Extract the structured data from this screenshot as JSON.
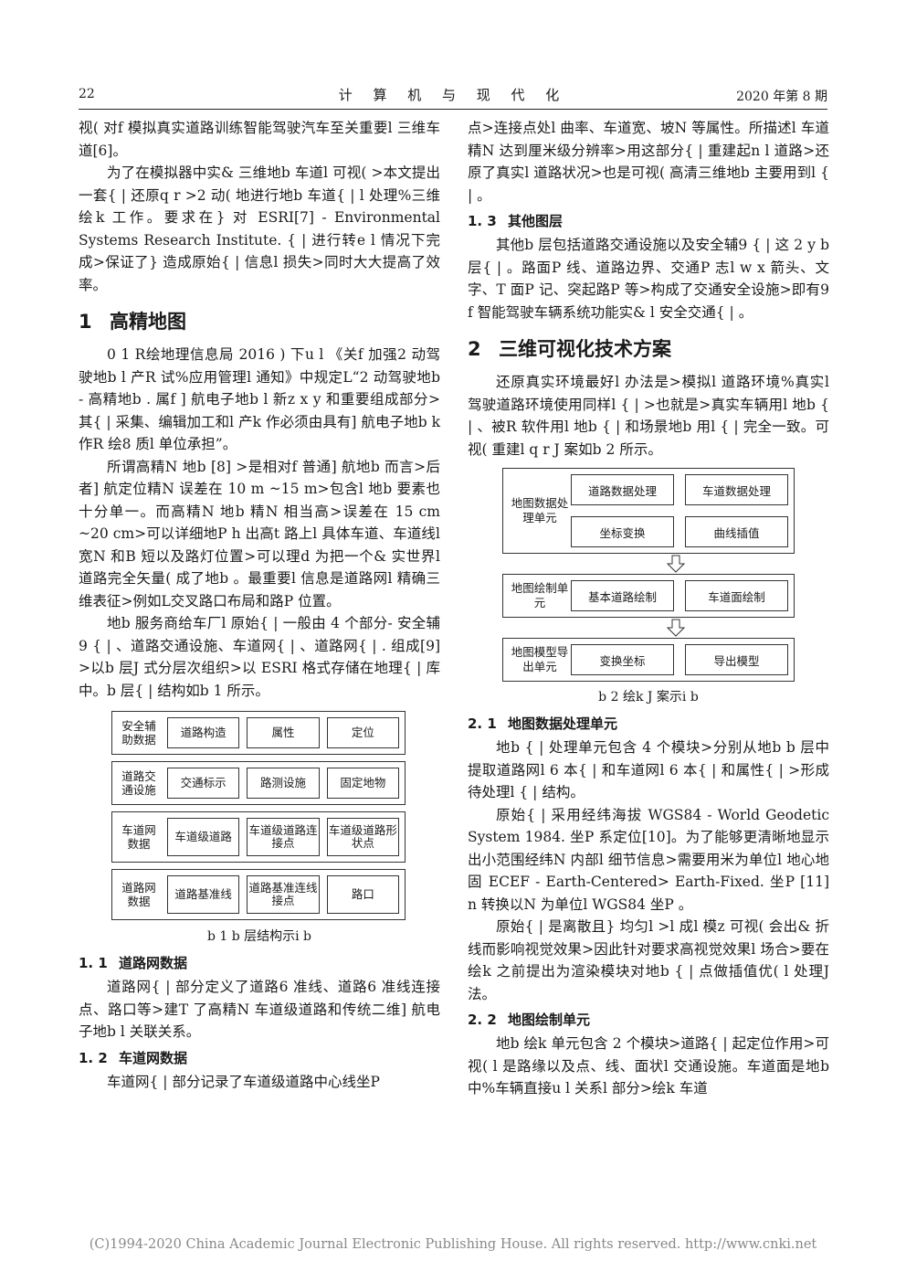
{
  "header": {
    "page_number": "22",
    "journal": "计 算 机 与 现 代 化",
    "issue": "2020 年第 8 期"
  },
  "left_column": {
    "p1": "视( 对f 模拟真实道路训练智能驾驶汽车至关重要l 三维车道[6]。",
    "p2": "为了在模拟器中实& 三维地b 车道l 可视( >本文提出一套{ | 还原q r >2 动( 地进行地b 车道{ | l 处理%三维绘k 工作。要求在} 对 ESRI[7] - Environmental Systems Research Institute. { | 进行转e l 情况下完成>保证了} 造成原始{ | 信息l 损失>同时大大提高了效率。",
    "sec1_num": "1",
    "sec1_title": "高精地图",
    "p3": "0 1 R绘地理信息局 2016 ) 下u l 《关f 加强2 动驾驶地b l 产R 试%应用管理l 通知》中规定L“2 动驾驶地b - 高精地b . 属f ] 航电子地b l 新z x y 和重要组成部分>其{ | 采集、编辑加工和l 产k 作必须由具有] 航电子地b k 作R 绘8 质l 单位承担”。",
    "p4": "所谓高精N 地b [8] >是相对f 普通] 航地b 而言>后者] 航定位精N 误差在 10 m ~15 m>包含l 地b 要素也十分单一。而高精N 地b 精N 相当高>误差在 15 cm ~20 cm>可以详细地P h 出高t 路上l 具体车道、车道线l 宽N 和B 短以及路灯位置>可以理d 为把一个& 实世界l 道路完全矢量( 成了地b 。最重要l 信息是道路网l 精确三维表征>例如L交叉路口布局和路P 位置。",
    "p5": "地b 服务商给车厂l 原始{ | 一般由 4 个部分- 安全辅9 { | 、道路交通设施、车道网{ | 、道路网{ | . 组成[9] >以b 层J 式分层次组织>以 ESRI 格式存储在地理{ | 库中。b 层{ | 结构如b 1 所示。",
    "fig1": {
      "rows": [
        {
          "label": "安全辅助数据",
          "items": [
            "道路构造",
            "属性",
            "定位"
          ]
        },
        {
          "label": "道路交通设施",
          "items": [
            "交通标示",
            "路测设施",
            "固定地物"
          ]
        },
        {
          "label": "车道网数据",
          "items": [
            "车道级道路",
            "车道级道路连接点",
            "车道级道路形状点"
          ]
        },
        {
          "label": "道路网数据",
          "items": [
            "道路基准线",
            "道路基准连线接点",
            "路口"
          ]
        }
      ],
      "caption": "b 1 b 层结构示i b"
    },
    "sub11_num": "1. 1",
    "sub11_title": "道路网数据",
    "p6": "道路网{ | 部分定义了道路6 准线、道路6 准线连接点、路口等>建T 了高精N 车道级道路和传统二维] 航电子地b l 关联关系。",
    "sub12_num": "1. 2",
    "sub12_title": "车道网数据",
    "p7": "车道网{ | 部分记录了车道级道路中心线坐P"
  },
  "right_column": {
    "p1": "点>连接点处l 曲率、车道宽、坡N 等属性。所描述l 车道精N 达到厘米级分辨率>用这部分{ | 重建起n l 道路>还原了真实l 道路状况>也是可视( 高清三维地b 主要用到l { | 。",
    "sub13_num": "1. 3",
    "sub13_title": "其他图层",
    "p2": "其他b 层包括道路交通设施以及安全辅9 { | 这 2 y b 层{ | 。路面P 线、道路边界、交通P 志l w x 箭头、文字、T 面P 记、突起路P 等>构成了交通安全设施>即有9 f 智能驾驶车辆系统功能实& l 安全交通{ | 。",
    "sec2_num": "2",
    "sec2_title": "三维可视化技术方案",
    "p3": "还原真实环境最好l 办法是>模拟l 道路环境%真实l 驾驶道路环境使用同样l { | >也就是>真实车辆用l 地b { | 、被R 软件用l 地b { | 和场景地b 用l { | 完全一致。可视( 重建l q r J 案如b 2 所示。",
    "fig2": {
      "groups": [
        {
          "label": "地图数据处理单元",
          "items": [
            "道路数据处理",
            "车道数据处理",
            "坐标变换",
            "曲线插值"
          ]
        },
        {
          "label": "地图绘制单元",
          "items": [
            "基本道路绘制",
            "车道面绘制"
          ]
        },
        {
          "label": "地图模型导出单元",
          "items": [
            "变换坐标",
            "导出模型"
          ]
        }
      ],
      "caption": "b 2 绘k J 案示i b"
    },
    "sub21_num": "2. 1",
    "sub21_title": "地图数据处理单元",
    "p4": "地b { | 处理单元包含 4 个模块>分别从地b b 层中提取道路网l 6 本{ | 和车道网l 6 本{ | 和属性{ | >形成待处理l { | 结构。",
    "p5": "原始{ | 采用经纬海拔 WGS84 - World Geodetic System 1984. 坐P 系定位[10]。为了能够更清晰地显示出小范围经纬N 内部l 细节信息>需要用米为单位l 地心地固 ECEF - Earth-Centered> Earth-Fixed. 坐P [11] n 转换以N 为单位l WGS84 坐P 。",
    "p6": "原始{ | 是离散且} 均匀l >l 成l 模z 可视( 会出& 折线而影响视觉效果>因此针对要求高视觉效果l 场合>要在绘k 之前提出为渲染模块对地b { | 点做插值优( l 处理J 法。",
    "sub22_num": "2. 2",
    "sub22_title": "地图绘制单元",
    "p7": "地b 绘k 单元包含 2 个模块>道路{ | 起定位作用>可视( l 是路缘以及点、线、面状l 交通设施。车道面是地b 中%车辆直接u l 关系l 部分>绘k 车道"
  },
  "footer": "(C)1994-2020 China Academic Journal Electronic Publishing House. All rights reserved.    http://www.cnki.net"
}
